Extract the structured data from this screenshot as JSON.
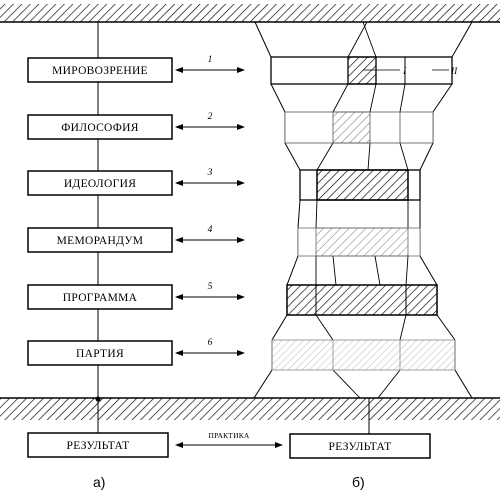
{
  "left_boxes": [
    "МИРОВОЗРЕНИЕ",
    "ФИЛОСОФИЯ",
    "ИДЕОЛОГИЯ",
    "МЕМОРАНДУМ",
    "ПРОГРАММА",
    "ПАРТИЯ"
  ],
  "arrow_numbers": [
    "1",
    "2",
    "3",
    "4",
    "5",
    "6"
  ],
  "result_left": "РЕЗУЛЬТАТ",
  "result_right": "РЕЗУЛЬТАТ",
  "practice_label": "ПРАКТИКА",
  "label_I": "I",
  "label_II": "II",
  "caption_a": "а)",
  "caption_b": "б)"
}
